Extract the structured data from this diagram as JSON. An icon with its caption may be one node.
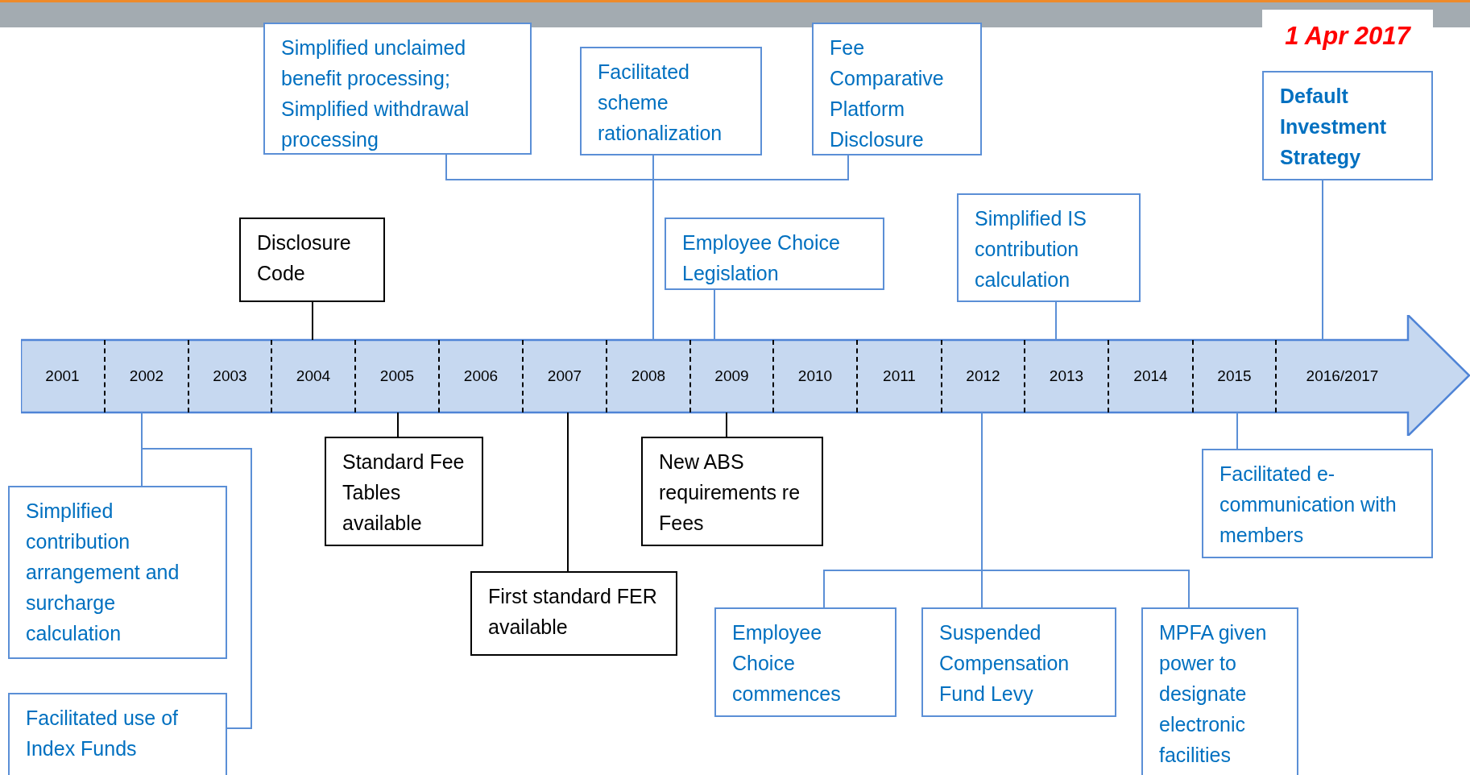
{
  "diagram": {
    "nodes": [
      {
        "text": [
          "Simplified unclaimed benefit processing; Simplified withdrawal processing"
        ]
      },
      {
        "text": [
          "Facilitated scheme rationalization"
        ]
      },
      {
        "text": [
          "Fee Comparative Platform Disclosure"
        ]
      },
      {
        "text": [
          "Disclosure Code"
        ]
      },
      {
        "text": [
          "Employee Choice Legislation"
        ]
      },
      {
        "text": [
          "Simplified IS contribution calculation"
        ]
      },
      {
        "text": [
          "Default Investment Strategy"
        ]
      },
      {
        "text": [],
        "shape": "arrow"
      },
      {
        "text": [
          "2001"
        ],
        "in": 7
      },
      {
        "text": [
          "2002"
        ],
        "in": 7
      },
      {
        "text": [
          "2003"
        ],
        "in": 7
      },
      {
        "text": [
          "2004"
        ],
        "in": 7
      },
      {
        "text": [
          "2005"
        ],
        "in": 7
      },
      {
        "text": [
          "2006"
        ],
        "in": 7
      },
      {
        "text": [
          "2007"
        ],
        "in": 7
      },
      {
        "text": [
          "2008"
        ],
        "in": 7
      },
      {
        "text": [
          "2009"
        ],
        "in": 7
      },
      {
        "text": [
          "2010"
        ],
        "in": 7
      },
      {
        "text": [
          "2011"
        ],
        "in": 7
      },
      {
        "text": [
          "2012"
        ],
        "in": 7
      },
      {
        "text": [
          "2013"
        ],
        "in": 7
      },
      {
        "text": [
          "2014"
        ],
        "in": 7
      },
      {
        "text": [
          "2015"
        ],
        "in": 7
      },
      {
        "text": [
          "2016/2017"
        ],
        "in": 7
      },
      {
        "text": [
          "Simplified contribution arrangement and surcharge calculation"
        ]
      },
      {
        "text": [
          "Standard Fee Tables available"
        ]
      },
      {
        "text": [
          "New ABS requirements re Fees"
        ]
      },
      {
        "text": [
          "Facilitated e-communication with members"
        ]
      },
      {
        "text": [
          "First standard FER available"
        ]
      },
      {
        "text": [
          "Employee Choice commences"
        ]
      },
      {
        "text": [
          "Suspended Compensation Fund Levy"
        ]
      },
      {
        "text": [
          "MPFA given power to designate electronic facilities"
        ]
      },
      {
        "text": [
          "Facilitated use of Index Funds"
        ]
      }
    ],
    "edges": [
      {
        "from": 0,
        "to": 15,
        "arrow": "none"
      },
      {
        "from": 1,
        "to": 15,
        "arrow": "none"
      },
      {
        "from": 2,
        "to": 15,
        "arrow": "none"
      },
      {
        "from": 3,
        "to": 11,
        "arrow": "none",
        "color": "#000000"
      },
      {
        "from": 4,
        "to": 16,
        "arrow": "none"
      },
      {
        "from": 5,
        "to": 20,
        "arrow": "none"
      },
      {
        "from": 6,
        "to": 23,
        "arrow": "none"
      },
      {
        "from": 24,
        "to": 9,
        "arrow": "none"
      },
      {
        "from": 32,
        "to": 9,
        "arrow": "none"
      },
      {
        "from": 25,
        "to": 12,
        "arrow": "none",
        "color": "#000000"
      },
      {
        "from": 28,
        "to": 14,
        "arrow": "none",
        "color": "#000000"
      },
      {
        "from": 26,
        "to": 16,
        "arrow": "none",
        "color": "#000000"
      },
      {
        "from": 29,
        "to": 19,
        "arrow": "none"
      },
      {
        "from": 30,
        "to": 19,
        "arrow": "none"
      },
      {
        "from": 31,
        "to": 19,
        "arrow": "none"
      },
      {
        "from": 27,
        "to": 22,
        "arrow": "none"
      }
    ],
    "labels": [
      "1 Apr 2017"
    ]
  }
}
